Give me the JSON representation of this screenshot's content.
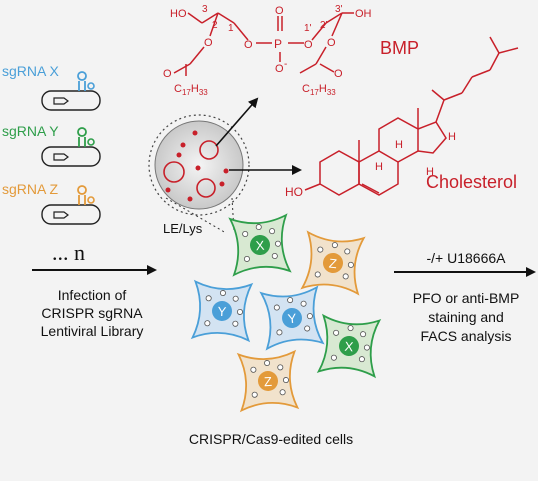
{
  "sgrnas": [
    {
      "label": "sgRNA X",
      "color": "#4a9fd8"
    },
    {
      "label": "sgRNA Y",
      "color": "#2e9e4a"
    },
    {
      "label": "sgRNA Z",
      "color": "#e39a3a"
    }
  ],
  "ellipsis": "... n",
  "infection_text": [
    "Infection of",
    "CRISPR sgRNA",
    "Lentiviral Library"
  ],
  "compartment_label": "LE/Lys",
  "bmp": {
    "title": "BMP",
    "atoms": {
      "ho_left": "HO",
      "ho_right": "OH",
      "o1": "O",
      "o2": "O",
      "p": "P",
      "o_top": "O",
      "o_minus": "O",
      "minus": "-",
      "o_ester_l": "O",
      "o_ester_r": "O",
      "o_carbonyl_l": "O",
      "o_carbonyl_r": "O",
      "n3": "3",
      "n2": "2",
      "n1": "1",
      "n1p": "1'",
      "n2p": "2'",
      "n3p": "3'"
    },
    "chain": {
      "c": "C",
      "c_sub": "17",
      "h": "H",
      "h_sub": "33"
    }
  },
  "cholesterol": {
    "title": "Cholesterol",
    "atoms": {
      "ho": "HO",
      "h1": "H",
      "h2": "H",
      "h3": "H",
      "h4": "H"
    }
  },
  "cell_letters": [
    "X",
    "Z",
    "Y",
    "Y",
    "X",
    "Z"
  ],
  "cells_caption": "CRISPR/Cas9-edited cells",
  "treatment": "-/+ U18666A",
  "assay_text": [
    "PFO or anti-BMP",
    "staining and",
    "FACS analysis"
  ],
  "colors": {
    "red": "#c8202a",
    "blue": "#4a9fd8",
    "green": "#2e9e4a",
    "orange": "#e39a3a"
  }
}
